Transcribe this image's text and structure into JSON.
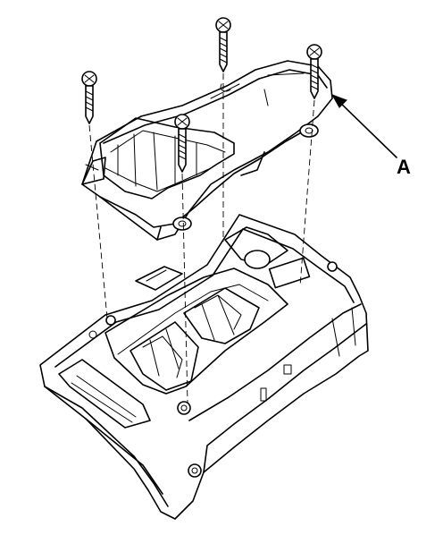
{
  "diagram": {
    "callouts": [
      {
        "id": "A",
        "label": "A"
      }
    ],
    "screws": [
      {
        "id": "screw-top-center"
      },
      {
        "id": "screw-top-right"
      },
      {
        "id": "screw-left"
      },
      {
        "id": "screw-middle"
      }
    ]
  }
}
